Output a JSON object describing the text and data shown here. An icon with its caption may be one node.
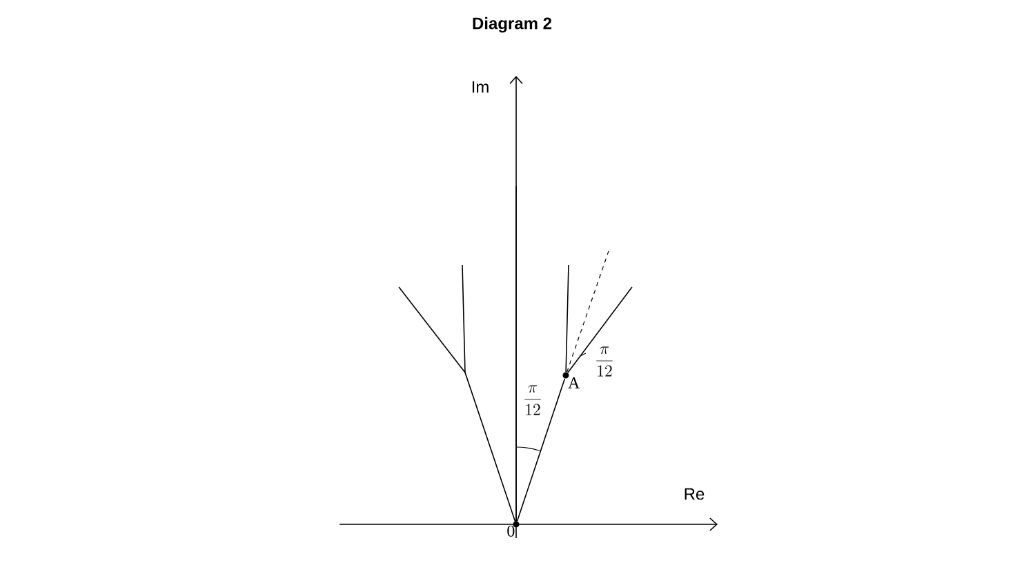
{
  "diagram": {
    "title": "Diagram 2",
    "nodes": [
      {
        "text": [
          "0"
        ]
      },
      {
        "text": [
          "A"
        ]
      }
    ],
    "edges": [
      {
        "from": 0,
        "to": 1,
        "arrow": "none"
      },
      {
        "from": 1,
        "to": null,
        "arrow": "none"
      },
      {
        "from": 1,
        "to": null,
        "arrow": "none"
      },
      {
        "from": 1,
        "to": null,
        "arrow": "none",
        "style": "dashed"
      }
    ],
    "labels": [
      "Im",
      "Re",
      "\\frac{\\pi}{12}",
      "\\frac{\\pi}{12}"
    ]
  }
}
